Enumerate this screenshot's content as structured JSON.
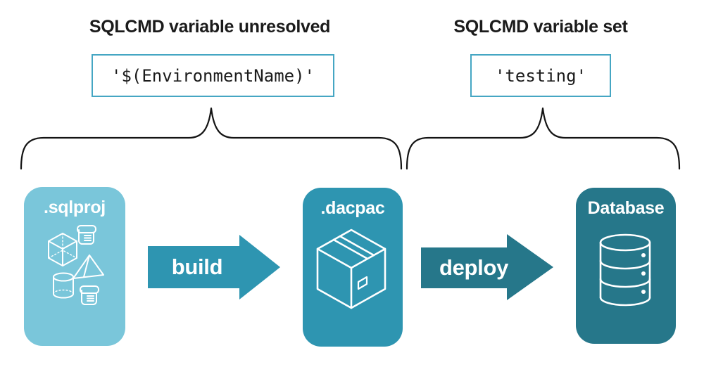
{
  "annotations": {
    "left": {
      "heading": "SQLCMD variable unresolved",
      "code": "'$(EnvironmentName)'"
    },
    "right": {
      "heading": "SQLCMD variable set",
      "code": "'testing'"
    }
  },
  "pipeline": {
    "nodes": [
      {
        "id": "sqlproj",
        "label": ".sqlproj",
        "color": "#7AC6DA",
        "icons": [
          "sql-script-icon",
          "cube-icon",
          "pyramid-icon",
          "cylinder-icon",
          "sql-script-icon"
        ]
      },
      {
        "id": "dacpac",
        "label": ".dacpac",
        "color": "#2E95B1",
        "icons": [
          "package-box-icon"
        ]
      },
      {
        "id": "database",
        "label": "Database",
        "color": "#26778A",
        "icons": [
          "database-cylinder-icon"
        ]
      }
    ],
    "arrows": [
      {
        "id": "build",
        "label": "build",
        "color": "#2E95B1"
      },
      {
        "id": "deploy",
        "label": "deploy",
        "color": "#26778A"
      }
    ]
  },
  "theme": {
    "background": "#FFFFFF",
    "light_teal": "#7AC6DA",
    "mid_teal": "#2E95B1",
    "dark_teal": "#26778A",
    "code_box_border": "#45A6C3",
    "text": "#1B1B1B",
    "brace_stroke": "#141414"
  }
}
